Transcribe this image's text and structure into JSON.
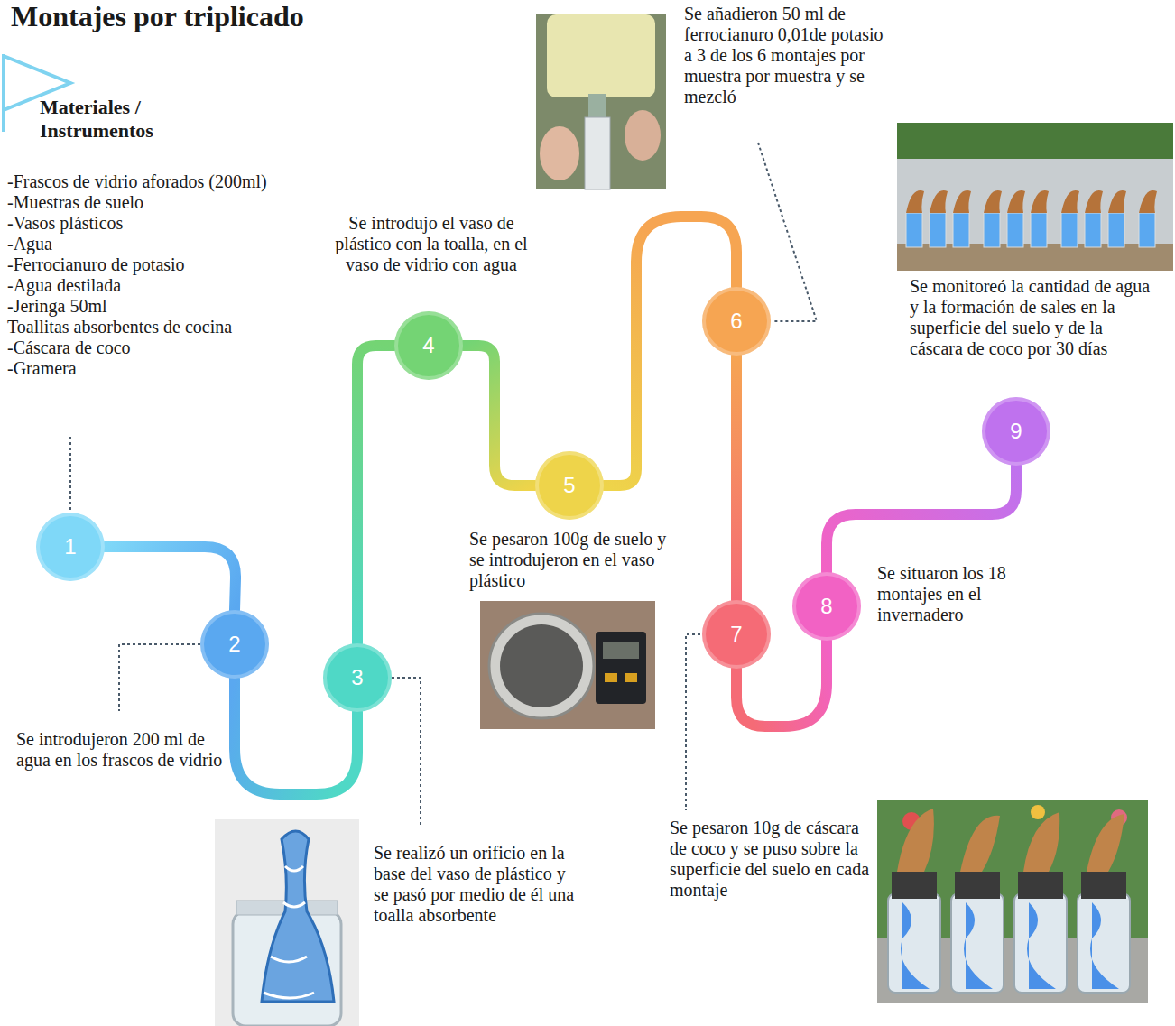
{
  "diagram": {
    "title": "Montajes por triplicado",
    "nodes": [
      {
        "text": [
          "1"
        ]
      },
      {
        "text": [
          "2"
        ]
      },
      {
        "text": [
          "3"
        ]
      },
      {
        "text": [
          "4"
        ]
      },
      {
        "text": [
          "5"
        ]
      },
      {
        "text": [
          "6"
        ]
      },
      {
        "text": [
          "7"
        ]
      },
      {
        "text": [
          "8"
        ]
      },
      {
        "text": [
          "9"
        ]
      }
    ],
    "edges": [
      {
        "from": 0,
        "to": 1,
        "arrow": "none"
      },
      {
        "from": 1,
        "to": 2,
        "arrow": "none"
      },
      {
        "from": 2,
        "to": 3,
        "arrow": "none"
      },
      {
        "from": 3,
        "to": 4,
        "arrow": "none"
      },
      {
        "from": 4,
        "to": 5,
        "arrow": "none"
      },
      {
        "from": 5,
        "to": 6,
        "arrow": "none"
      },
      {
        "from": 6,
        "to": 7,
        "arrow": "none"
      },
      {
        "from": 7,
        "to": 8,
        "arrow": "none"
      }
    ],
    "labels": [
      "Materiales / Instrumentos",
      "-Frascos de vidrio aforados (200ml)",
      "-Muestras de suelo",
      "-Vasos plásticos",
      "-Agua",
      "-Ferrocianuro de potasio",
      "-Agua destilada",
      "-Jeringa 50ml",
      "Toallitas absorbentes de cocina",
      "-Cáscara de coco",
      "-Gramera",
      "Se introdujeron 200 ml de agua en los frascos de vidrio",
      "Se realizó un orificio en la base del vaso de plástico y se pasó por medio de él una toalla absorbente",
      "Se introdujo el vaso de plástico con la toalla, en el vaso de vidrio con agua",
      "Se pesaron 100g de suelo y se introdujeron en el vaso plástico",
      "Se añadieron 50 ml de ferrocianuro 0,01de potasio a 3 de los 6 montajes por muestra por muestra y se mezcló",
      "Se pesaron 10g de cáscara de coco y se puso sobre la superficie del suelo en cada montaje",
      "Se situaron los 18 montajes en el invernadero",
      "Se monitoreó la cantidad de agua y la formación de sales en la superficie del suelo y de la cáscara de coco por 30 días"
    ]
  }
}
